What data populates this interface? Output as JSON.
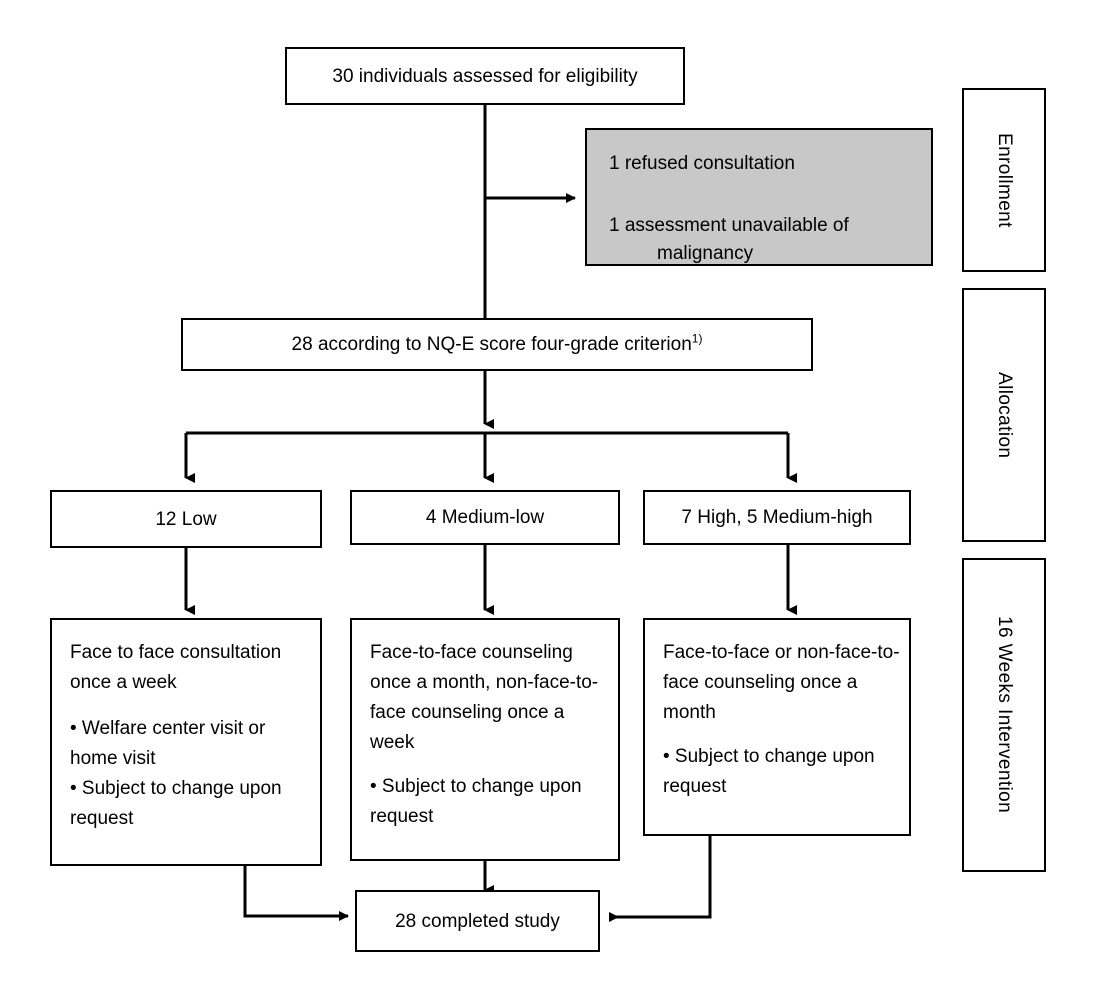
{
  "diagram": {
    "title_kind": "consort-participant-flow",
    "colors": {
      "stroke": "#000000",
      "background": "#ffffff",
      "excluded_fill": "#c8c8c8"
    },
    "nodes": {
      "assessed": {
        "label": "30 individuals assessed for eligibility",
        "count": 30
      },
      "excluded": {
        "line1": "1 refused consultation",
        "line2": "1 assessment unavailable of",
        "line3": "malignancy",
        "total_excluded": 2
      },
      "allocated": {
        "label_before_sup": "28 according to NQ-E score four-grade criterion",
        "superscript": "1)",
        "count": 28
      },
      "groups": [
        {
          "key": "low",
          "label": "12 Low",
          "count": 12
        },
        {
          "key": "medium-low",
          "label": "4 Medium-low",
          "count": 4
        },
        {
          "key": "high",
          "label": "7 High, 5 Medium-high",
          "count": 12
        }
      ],
      "interventions": [
        {
          "key": "low",
          "header": "Face to face consultation once a week",
          "bullets": [
            "• Welfare center visit or home visit",
            "• Subject to change upon request"
          ]
        },
        {
          "key": "medium-low",
          "header": "Face-to-face counseling once a month, non-face-to-face counseling once a week",
          "bullets": [
            "• Subject to change upon request"
          ]
        },
        {
          "key": "high",
          "header": "Face-to-face or non-face-to-face counseling once a month",
          "bullets": [
            "• Subject to change upon request"
          ]
        }
      ],
      "completed": {
        "label": "28 completed study",
        "count": 28
      }
    },
    "phases": [
      {
        "key": "enrollment",
        "label": "Enrollment"
      },
      {
        "key": "allocation",
        "label": "Allocation"
      },
      {
        "key": "intervention",
        "label": "16 Weeks Intervention"
      }
    ]
  }
}
